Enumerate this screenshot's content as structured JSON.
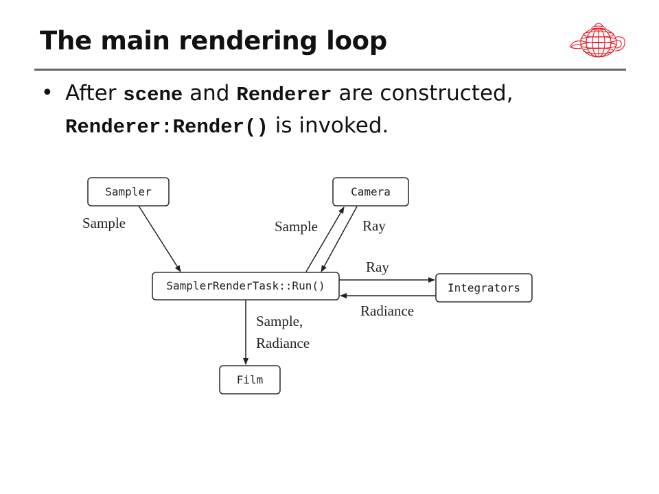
{
  "slide": {
    "title": "The main rendering loop"
  },
  "bullet": {
    "t1": "After ",
    "c1": "scene",
    "t2": " and ",
    "c2": "Renderer",
    "t3": " are constructed, ",
    "c3": "Renderer:Render()",
    "t4": " is invoked."
  },
  "diagram": {
    "nodes": {
      "sampler": "Sampler",
      "camera": "Camera",
      "task": "SamplerRenderTask::Run()",
      "integrators": "Integrators",
      "film": "Film"
    },
    "edges": {
      "sampler_to_task": "Sample",
      "task_to_camera": "Sample",
      "camera_to_task": "Ray",
      "task_to_integrators": "Ray",
      "integrators_to_task": "Radiance",
      "task_to_film_line1": "Sample,",
      "task_to_film_line2": "Radiance"
    }
  }
}
